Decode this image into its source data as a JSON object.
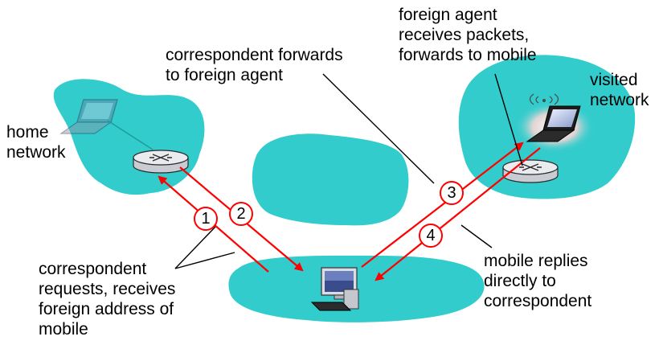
{
  "labels": {
    "home_network": [
      "home",
      "network"
    ],
    "visited_network": [
      "visited",
      "network"
    ],
    "correspondent_forwards": [
      "correspondent forwards",
      "to foreign agent"
    ],
    "foreign_agent": [
      "foreign agent",
      "receives packets,",
      "forwards to mobile"
    ],
    "correspondent_requests": [
      "correspondent",
      "requests, receives",
      "foreign address of",
      "mobile"
    ],
    "mobile_replies": [
      "mobile replies",
      "directly to",
      "correspondent"
    ]
  },
  "steps": [
    "1",
    "2",
    "3",
    "4"
  ],
  "colors": {
    "network_fill": "#33cccc",
    "arrow": "#ff0000",
    "callout_line": "#000000"
  },
  "icons": [
    "router-icon",
    "laptop-icon",
    "desktop-computer-icon",
    "wireless-signal-icon"
  ]
}
